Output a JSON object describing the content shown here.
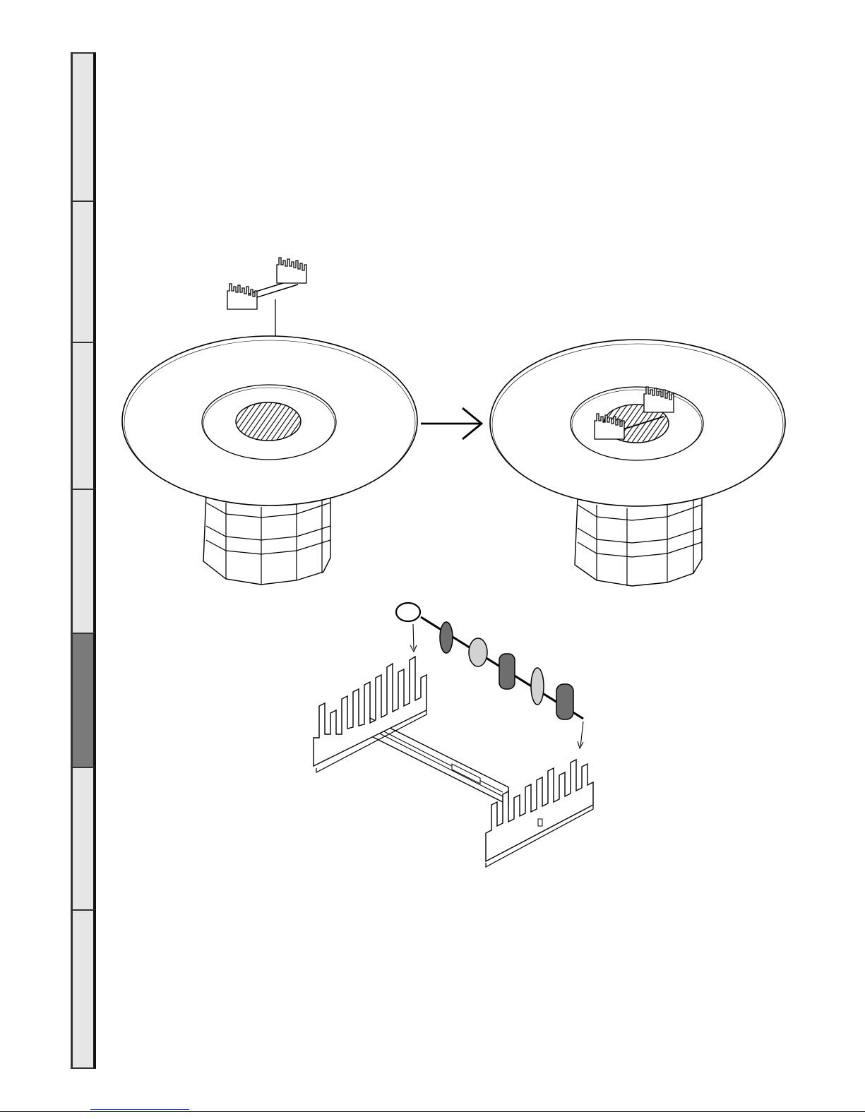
{
  "document": {
    "section_tabs": [
      {
        "state": "inactive"
      },
      {
        "state": "inactive"
      },
      {
        "state": "inactive"
      },
      {
        "state": "inactive"
      },
      {
        "state": "active"
      },
      {
        "state": "inactive"
      },
      {
        "state": "inactive"
      }
    ],
    "figures": [
      {
        "icon": "grill-support-rack-icon"
      },
      {
        "icon": "fire-table-icon"
      },
      {
        "icon": "fire-table-with-rack-icon"
      },
      {
        "icon": "rack-assembly-icon"
      },
      {
        "icon": "rotisserie-skewer-icon"
      }
    ],
    "colors": {
      "tab_inactive": "#e6e6e6",
      "tab_active": "#7a7a7a",
      "ink": "#000000",
      "skewer_dark": "#6e6e6e",
      "skewer_light": "#d2d2d2",
      "footer_link": "#1f3fd0"
    }
  }
}
